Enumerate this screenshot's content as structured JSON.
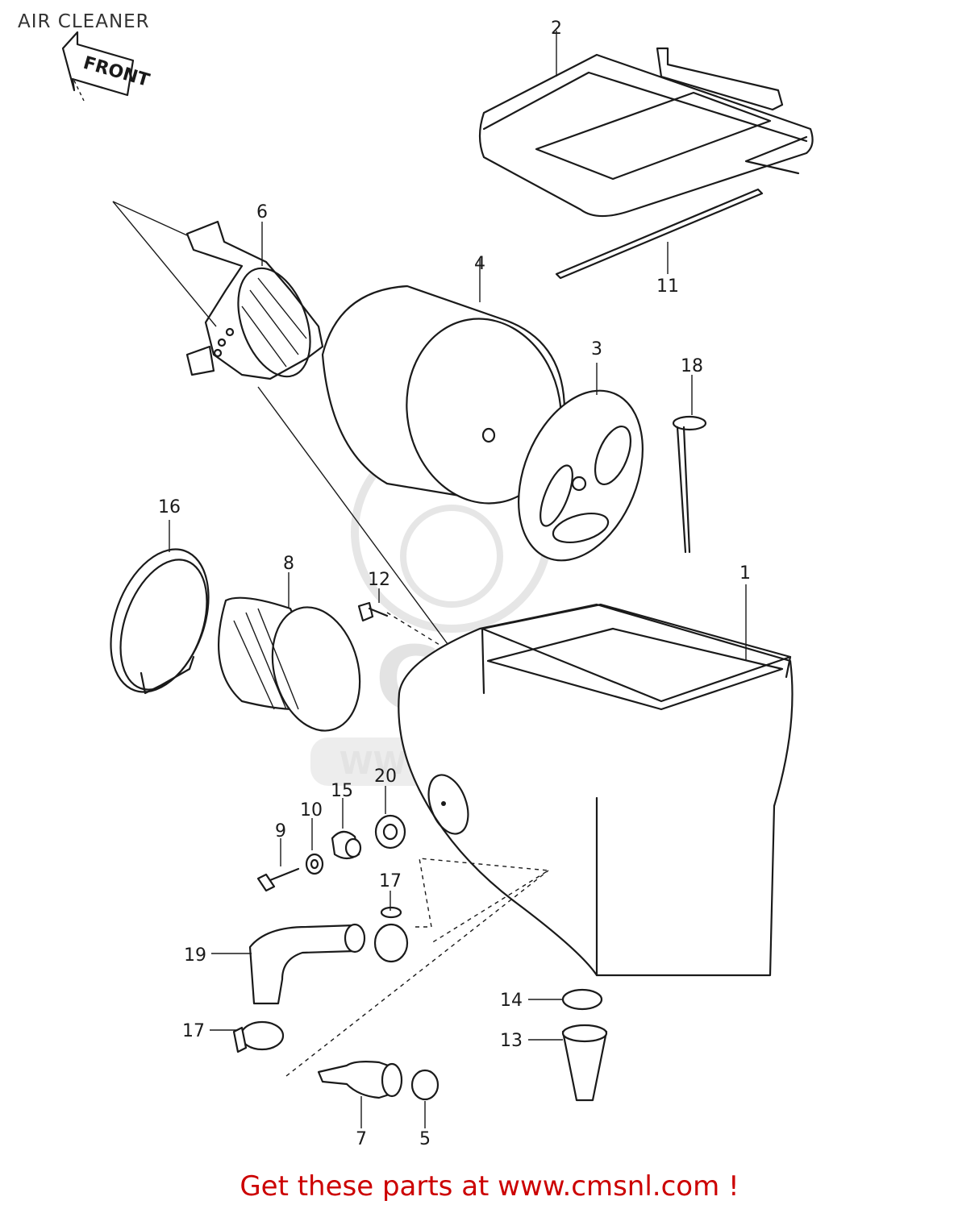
{
  "title": "AIR CLEANER",
  "front_label": "FRONT",
  "watermark": {
    "brand": "CMS",
    "url": "WWW.CMSNL.COM"
  },
  "callouts": [
    "1",
    "2",
    "3",
    "4",
    "5",
    "6",
    "7",
    "8",
    "9",
    "10",
    "11",
    "12",
    "13",
    "14",
    "15",
    "16",
    "17",
    "17",
    "18",
    "19",
    "20"
  ],
  "cta": "Get these parts at www.cmsnl.com !",
  "colors": {
    "cta": "#cc0000",
    "line": "#1a1a1a",
    "watermark": "#e3e3e3"
  }
}
